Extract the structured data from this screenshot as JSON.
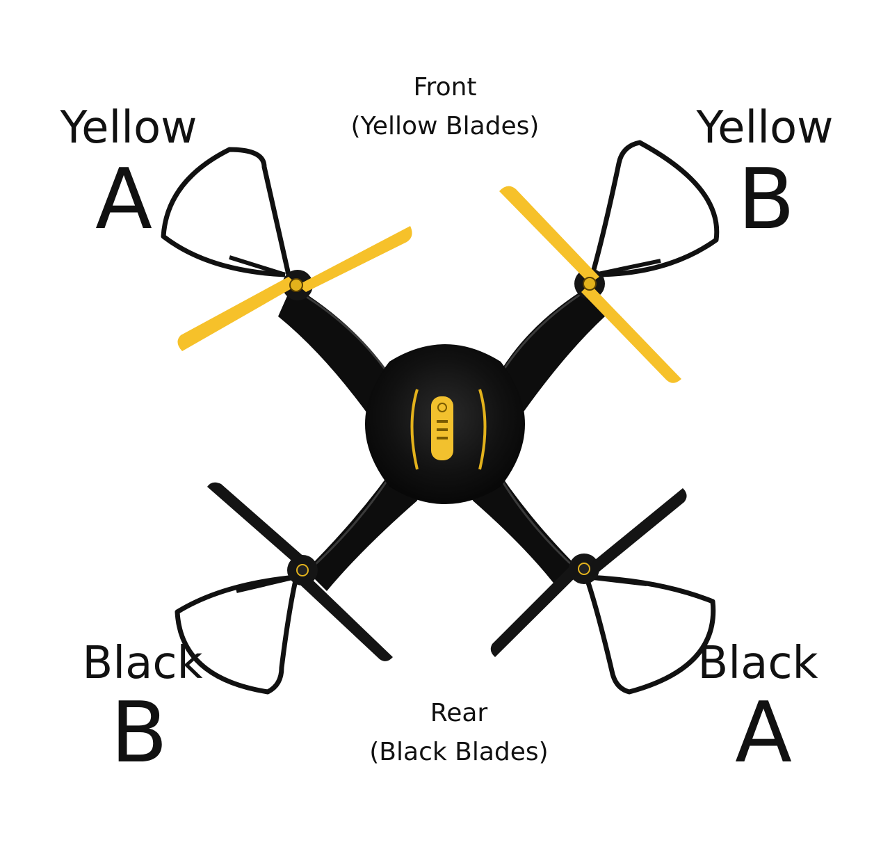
{
  "front": {
    "title": "Front",
    "subtitle": "(Yellow Blades)"
  },
  "rear": {
    "title": "Rear",
    "subtitle": "(Black Blades)"
  },
  "rotors": {
    "front_left": {
      "color_name": "Yellow",
      "letter": "A"
    },
    "front_right": {
      "color_name": "Yellow",
      "letter": "B"
    },
    "rear_left": {
      "color_name": "Black",
      "letter": "B"
    },
    "rear_right": {
      "color_name": "Black",
      "letter": "A"
    }
  },
  "colors": {
    "yellow_blade": "#f6c12a",
    "black_blade": "#141414",
    "body": "#0c0c0c",
    "accent": "#e3b21c"
  }
}
